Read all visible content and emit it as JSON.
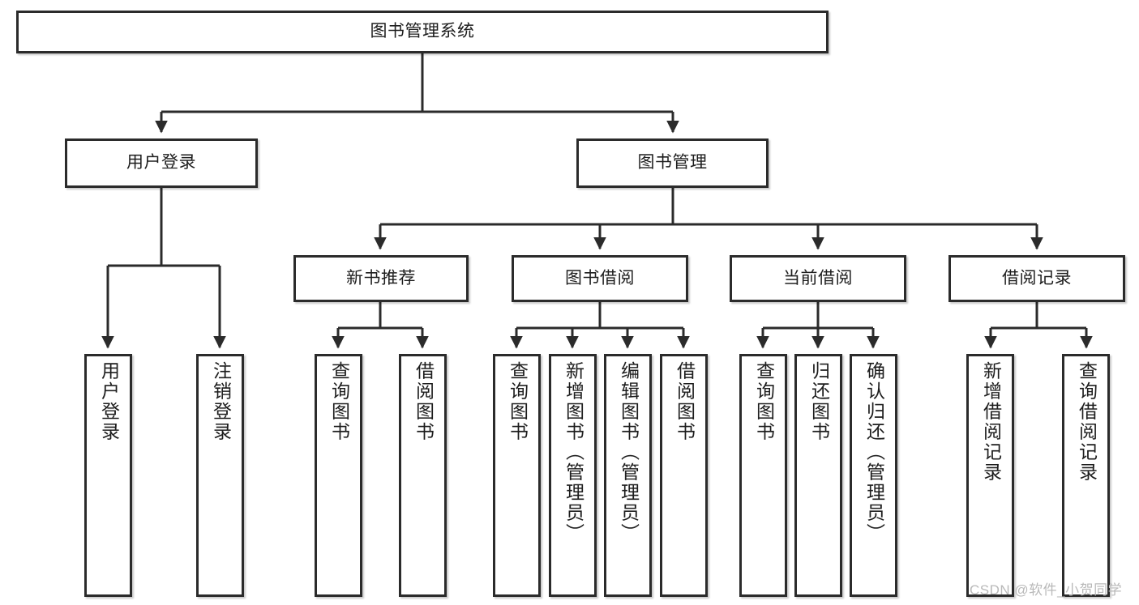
{
  "diagram": {
    "title": "图书管理系统",
    "type": "tree",
    "background_color": "#ffffff",
    "box_border_color": "#2b2b2b",
    "text_color": "#1d1d1d",
    "connector_color": "#2b2b2b"
  },
  "root": {
    "label": "图书管理系统"
  },
  "level2": [
    {
      "label": "用户登录"
    },
    {
      "label": "图书管理"
    }
  ],
  "level3": [
    {
      "label": "新书推荐"
    },
    {
      "label": "图书借阅"
    },
    {
      "label": "当前借阅"
    },
    {
      "label": "借阅记录"
    }
  ],
  "leaves": {
    "user_login": [
      {
        "label": "用户登录"
      },
      {
        "label": "注销登录"
      }
    ],
    "new_book_recommend": [
      {
        "label": "查询图书"
      },
      {
        "label": "借阅图书"
      }
    ],
    "book_borrow": [
      {
        "label": "查询图书"
      },
      {
        "label": "新增图书（管理员）"
      },
      {
        "label": "编辑图书（管理员）"
      },
      {
        "label": "借阅图书"
      }
    ],
    "current_borrow": [
      {
        "label": "查询图书"
      },
      {
        "label": "归还图书"
      },
      {
        "label": "确认归还（管理员）"
      }
    ],
    "borrow_record": [
      {
        "label": "新增借阅记录"
      },
      {
        "label": "查询借阅记录"
      }
    ]
  },
  "watermark": {
    "text": "CSDN @软件_小贺同学"
  }
}
